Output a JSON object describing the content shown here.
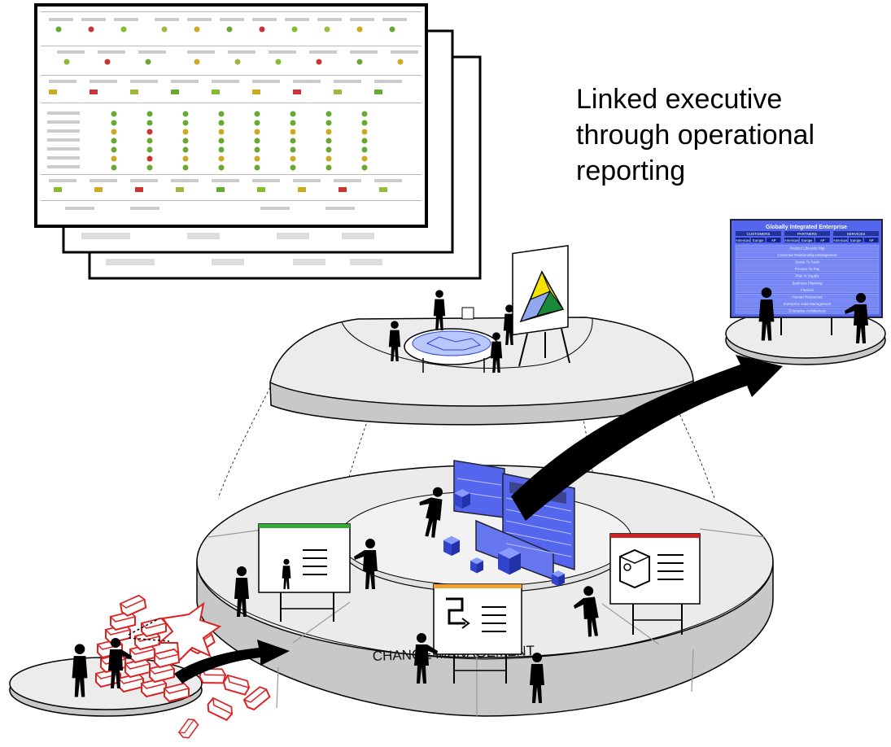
{
  "caption": {
    "lines": [
      "Linked executive",
      "through operational",
      "reporting"
    ]
  },
  "base_label": "CHANGE MANAGEMENT",
  "billboard": {
    "title": "Globally Integrated Enterprise",
    "column_headers": [
      "CUSTOMERS",
      "PARTNERS",
      "SERVICES"
    ],
    "region_tabs": [
      "Americas",
      "Europe",
      "AP"
    ],
    "rows": [
      "Product Lifecycle Mgt",
      "Customer Relationship Management",
      "Quote To Cash",
      "Procure To Pay",
      "Plan to Supply",
      "Business Planning",
      "Finance",
      "Human Resources",
      "Enterprise Data Management",
      "Enterprise Architecture"
    ]
  },
  "colors": {
    "ink": "#000000",
    "platform": "#e9e9e9",
    "platform_dark": "#c8c8c8",
    "billboard": "#5566ee",
    "bricks": "#dd2222",
    "green_bar": "#33aa33",
    "orange_bar": "#f0a030",
    "red_bar": "#cc2222",
    "triangle_yellow": "#f2e200",
    "triangle_blue": "#8fa8ee",
    "triangle_green": "#1a8a3a"
  }
}
